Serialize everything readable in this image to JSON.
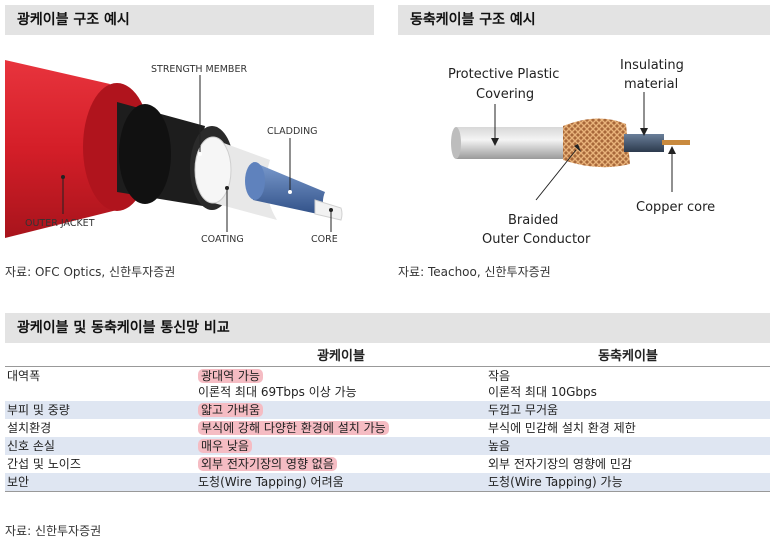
{
  "left_panel": {
    "title": "광케이블 구조 예시",
    "labels": {
      "strength_member": "STRENGTH MEMBER",
      "cladding": "CLADDING",
      "outer_jacket": "OUTER JACKET",
      "coating": "COATING",
      "core": "CORE"
    },
    "source": "자료: OFC Optics, 신한투자증권"
  },
  "right_panel": {
    "title": "동축케이블 구조 예시",
    "labels": {
      "protective_1": "Protective Plastic",
      "protective_2": "Covering",
      "insulating_1": "Insulating",
      "insulating_2": "material",
      "copper": "Copper core",
      "braided_1": "Braided",
      "braided_2": "Outer Conductor"
    },
    "source": "자료: Teachoo, 신한투자증권"
  },
  "comparison": {
    "title": "광케이블 및 동축케이블 통신망 비교",
    "headers": [
      "",
      "광케이블",
      "동축케이블"
    ],
    "rows": [
      {
        "label": "대역폭",
        "optical": [
          "광대역 가능",
          "이론적 최대 69Tbps 이상 가능"
        ],
        "coax": [
          "작음",
          "이론적 최대 10Gbps"
        ]
      },
      {
        "label": "부피 및 중량",
        "optical": [
          "얇고 가벼움"
        ],
        "coax": [
          "두껍고 무거움"
        ]
      },
      {
        "label": "설치환경",
        "optical": [
          "부식에 강해 다양한 환경에 설치 가능"
        ],
        "coax": [
          "부식에 민감해 설치 환경 제한"
        ]
      },
      {
        "label": "신호 손실",
        "optical": [
          "매우 낮음"
        ],
        "coax": [
          "높음"
        ]
      },
      {
        "label": "간섭 및 노이즈",
        "optical": [
          "외부 전자기장의 영향 없음"
        ],
        "coax": [
          "외부 전자기장의 영향에 민감"
        ]
      },
      {
        "label": "보안",
        "optical": [
          "도청(Wire Tapping) 어려움"
        ],
        "coax": [
          "도청(Wire Tapping) 가능"
        ]
      }
    ],
    "source": "자료: 신한투자증권"
  },
  "colors": {
    "jacket_red": "#d61f2a",
    "strength_black": "#1c1c1c",
    "coating_white": "#eeeeee",
    "cladding_blue": "#4a6fa8",
    "highlight_pink": "#f5bcc3",
    "row_blue": "#dfe6f2",
    "header_gray": "#e3e3e3"
  }
}
